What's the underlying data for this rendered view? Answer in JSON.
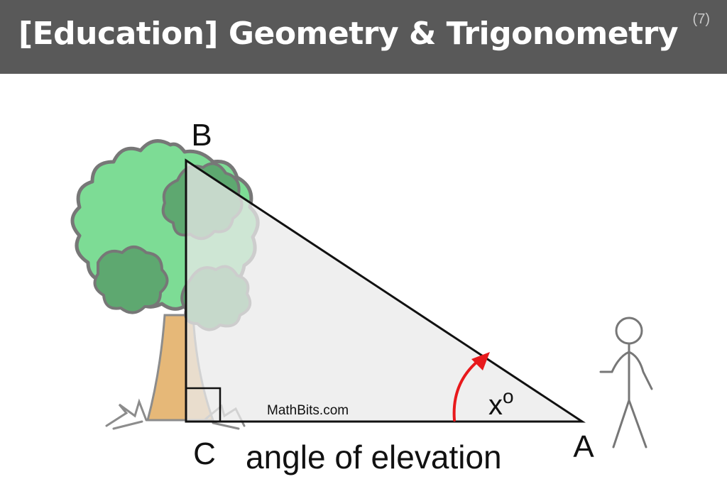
{
  "header": {
    "title": "[Education] Geometry & Trigonometry",
    "slide_number": "(7)"
  },
  "diagram": {
    "vertices": {
      "top": "B",
      "right_angle": "C",
      "observer": "A"
    },
    "angle_label": "x",
    "angle_unit": "o",
    "watermark": "MathBits.com",
    "caption": "angle of elevation"
  },
  "colors": {
    "header_bg": "#595959",
    "triangle_fill": "#eeeeee",
    "foliage_light": "#7ddc95",
    "foliage_dark": "#5ea870",
    "foliage_outline": "#777777",
    "trunk": "#e6b878",
    "arrow": "#e8191c"
  },
  "icons": [
    "tree-icon",
    "stick-figure-icon",
    "grass-icon",
    "red-arrow-icon"
  ]
}
